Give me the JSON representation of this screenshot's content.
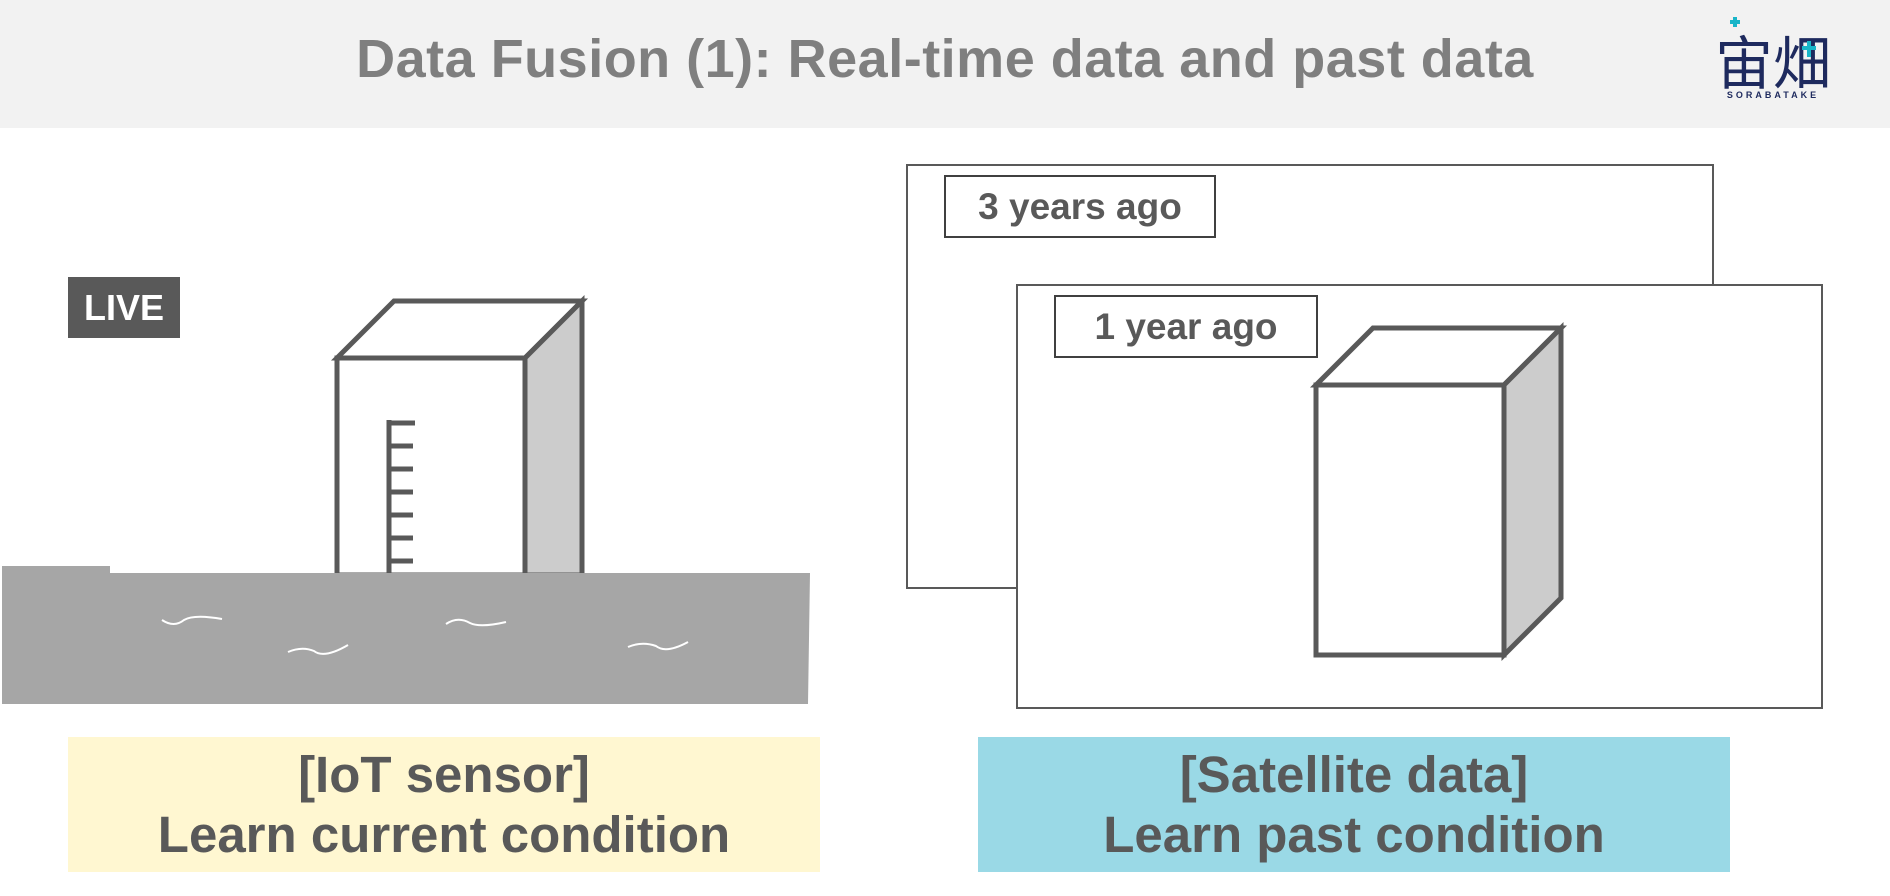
{
  "header": {
    "title": "Data Fusion (1): Real-time data and past data",
    "logo_text": "宙畑",
    "logo_subtext": "SORABATAKE"
  },
  "iot_panel": {
    "live_badge": "LIVE",
    "caption_line1": "[IoT sensor]",
    "caption_line2": "Learn current condition"
  },
  "satellite_panel": {
    "frame_back_label": "3 years ago",
    "frame_front_label": "1 year ago",
    "caption_line1": "[Satellite data]",
    "caption_line2": "Learn past condition"
  },
  "colors": {
    "header_bg": "#f2f2f2",
    "title_text": "#7f7f7f",
    "dark_gray": "#595959",
    "water": "#a6a6a6",
    "box_side": "#cccccc",
    "iot_caption_bg": "#fff7d1",
    "satellite_caption_bg": "#9ad9e6",
    "logo_navy": "#1e2a5e",
    "logo_cyan": "#19b5c8"
  },
  "icons": [
    "water-gauge-icon",
    "building-box-icon",
    "wave-icon",
    "sorabatake-logo"
  ]
}
